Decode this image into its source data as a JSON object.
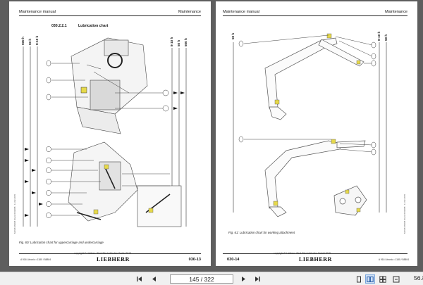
{
  "left_page": {
    "header_left": "Maintenance manual",
    "header_right": "Maintenance",
    "section_number": "030.2.2.1",
    "section_title": "Lubrication chart",
    "interval_left": [
      "500 h",
      "50 h",
      "8-10 h"
    ],
    "interval_right": [
      "8-10 h",
      "50 h",
      "500 h"
    ],
    "caption": "Fig. 60: Lubrication chart for uppercarriage and undercarriage",
    "footer_model": "A 916 Litronic • 1180 / 58804",
    "footer_copyright": "copyright © Liebherr-Werk Bischofshofen GmbH 2015",
    "brand": "LIEBHERR",
    "page_number": "030-13",
    "side_note": "M16/63/6/018 Stock 06/2008 · 13.02.2015"
  },
  "right_page": {
    "header_left": "Maintenance manual",
    "header_right": "Maintenance",
    "interval_left": "50 h",
    "interval_right": [
      "8-10 h",
      "50 h"
    ],
    "caption": "Fig. 61: Lubrication chart for working attachment",
    "footer_model": "A 916 Litronic • 1180 / 58804",
    "footer_copyright": "copyright © Liebherr-Werk Bischofshofen GmbH 2015",
    "brand": "LIEBHERR",
    "page_number": "030-14",
    "side_note": "M16/63/6/018 Stock 06/2008 · 13.02.2015"
  },
  "toolbar": {
    "current_page": "145",
    "total_pages": "322",
    "page_display": "145 / 322",
    "zoom": "56.8"
  },
  "icons": [
    "first-page-icon",
    "prev-page-icon",
    "next-page-icon",
    "last-page-icon",
    "single-page-view-icon",
    "two-page-view-icon",
    "scroll-view-icon",
    "fit-page-icon"
  ],
  "colors": {
    "viewer_bg": "#5e5e5e",
    "toolbar_bg": "#f0f0f0",
    "page_bg": "#ffffff"
  }
}
